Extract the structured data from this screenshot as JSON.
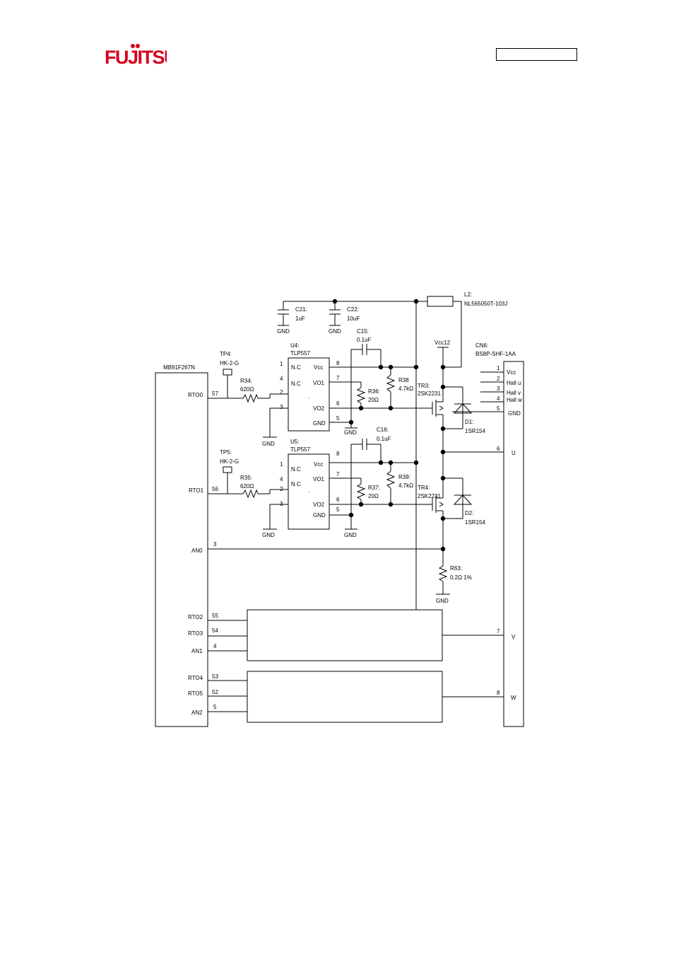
{
  "header": {
    "logo_text": "FUJITSU",
    "brand_color": "#d7001e"
  },
  "schematic": {
    "mcu": {
      "label": "MB91F267N",
      "pins": [
        {
          "name": "RTO0",
          "num": "57"
        },
        {
          "name": "RTO1",
          "num": "56"
        },
        {
          "name": "AN0",
          "num": "3"
        },
        {
          "name": "RTO2",
          "num": "55"
        },
        {
          "name": "RTO3",
          "num": "54"
        },
        {
          "name": "AN1",
          "num": "4"
        },
        {
          "name": "RTO4",
          "num": "53"
        },
        {
          "name": "RTO5",
          "num": "52"
        },
        {
          "name": "AN2",
          "num": "5"
        }
      ]
    },
    "connector": {
      "ref": "CN6:",
      "part": "BS8P-SHF-1AA",
      "pins": [
        {
          "num": "1",
          "label": "Vcc"
        },
        {
          "num": "2",
          "label": "Hall u"
        },
        {
          "num": "3",
          "label": "Hall v"
        },
        {
          "num": "4",
          "label": "Hall w"
        },
        {
          "num": "5",
          "label": "GND"
        },
        {
          "num": "6",
          "label": "U"
        },
        {
          "num": "7",
          "label": "V"
        },
        {
          "num": "8",
          "label": "W"
        }
      ]
    },
    "inductor": {
      "ref": "L2:",
      "value": "NL565050T-103J"
    },
    "caps": [
      {
        "ref": "C21:",
        "value": "1uF"
      },
      {
        "ref": "C22:",
        "value": "10uF"
      },
      {
        "ref": "C15:",
        "value": "0.1uF"
      },
      {
        "ref": "C16:",
        "value": "0.1uF"
      }
    ],
    "optocouplers": [
      {
        "ref": "U4:",
        "part": "TLP557",
        "pins_left": [
          "1",
          "4",
          "2",
          "3"
        ],
        "labels_left": [
          "N.C",
          "N.C"
        ],
        "pins_right": [
          "8",
          "7",
          "6",
          "5"
        ],
        "labels_right": [
          "Vcc",
          "VO1",
          "VO2",
          "GND"
        ]
      },
      {
        "ref": "U5:",
        "part": "TLP557",
        "pins_left": [
          "1",
          "4",
          "2",
          "3"
        ],
        "labels_left": [
          "N.C",
          "N.C"
        ],
        "pins_right": [
          "8",
          "7",
          "6",
          "5"
        ],
        "labels_right": [
          "Vcc",
          "VO1",
          "VO2",
          "GND"
        ]
      }
    ],
    "testpoints": [
      {
        "ref": "TP4:",
        "part": "HK-2-G"
      },
      {
        "ref": "TP5:",
        "part": "HK-2-G"
      }
    ],
    "resistors": [
      {
        "ref": "R34:",
        "value": "620Ω"
      },
      {
        "ref": "R35:",
        "value": "620Ω"
      },
      {
        "ref": "R36:",
        "value": "20Ω"
      },
      {
        "ref": "R37:",
        "value": "20Ω"
      },
      {
        "ref": "R38",
        "value": "4.7kΩ"
      },
      {
        "ref": "R39:",
        "value": "4.7kΩ"
      },
      {
        "ref": "R63:",
        "value": "0.2Ω  1%"
      }
    ],
    "transistors": [
      {
        "ref": "TR3:",
        "part": "2SK2231"
      },
      {
        "ref": "TR4:",
        "part": "2SK2231"
      }
    ],
    "diodes": [
      {
        "ref": "D1:",
        "part": "1SR154"
      },
      {
        "ref": "D2:",
        "part": "1SR154"
      }
    ],
    "vcc12": "Vcc12",
    "gnd": "GND",
    "dot_mark": "."
  }
}
